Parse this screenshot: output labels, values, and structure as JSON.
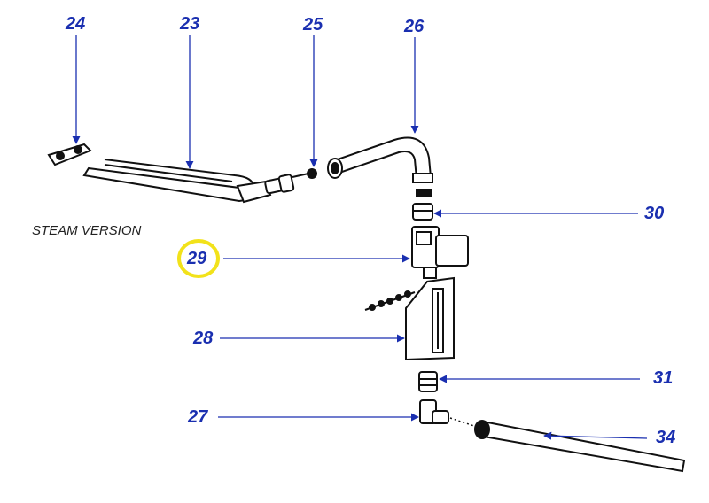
{
  "caption": "STEAM VERSION",
  "callouts": {
    "c23": "23",
    "c24": "24",
    "c25": "25",
    "c26": "26",
    "c27": "27",
    "c28": "28",
    "c29": "29",
    "c30": "30",
    "c31": "31",
    "c34": "34"
  },
  "colors": {
    "callout_text": "#1a2fb0",
    "leader_line": "#1a2fb0",
    "highlight_ring": "#f2e21a",
    "part_stroke": "#111111"
  }
}
